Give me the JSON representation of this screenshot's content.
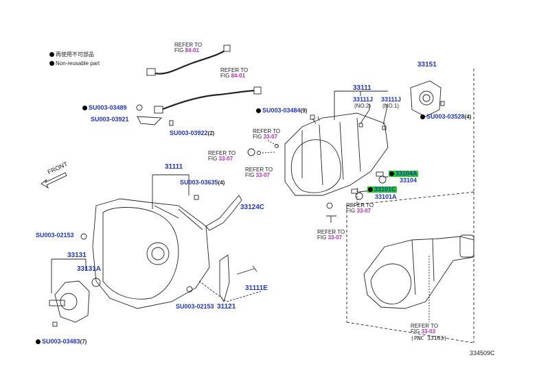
{
  "legend": {
    "item1": "再使用不可部品",
    "item2": "Non-reusable part"
  },
  "refer": {
    "refer_to": "REFER TO",
    "fig_prefix": "FIG",
    "fig_8401": "84-01",
    "fig_3307": "33-07",
    "fig_3303": "33-03"
  },
  "parts": {
    "p33151": "33151",
    "p33111": "33111",
    "p33111J": "33111J",
    "no2": "(NO.2)",
    "no1": "(NO.1)",
    "p33104A": "33104A",
    "p33104": "33104",
    "p33101C": "33101C",
    "p33101A": "33101A",
    "p31111": "31111",
    "p33124C": "33124C",
    "p33131": "33131",
    "p33131A": "33131A",
    "p31111E": "31111E",
    "p31121": "31121",
    "su03489": "SU003-03489",
    "su03921": "SU003-03921",
    "su03922": "SU003-03922",
    "su03922_qty": "(2)",
    "su03484": "SU003-03484",
    "su03484_qty": "(9)",
    "su03528": "SU003-03528",
    "su03528_qty": "(4)",
    "su03635": "SU003-03635",
    "su03635_qty": "(4)",
    "su02153": "SU003-02153",
    "su03483": "SU003-03483",
    "su03483_qty": "(7)",
    "pnc": "(PNC 33103)"
  },
  "front_label": "FRONT",
  "diagram_id": "334509C",
  "colors": {
    "part_blue": "#1f35c8",
    "refer_purple": "#b030b8",
    "highlight_green": "#22cc22",
    "line": "#222222"
  }
}
